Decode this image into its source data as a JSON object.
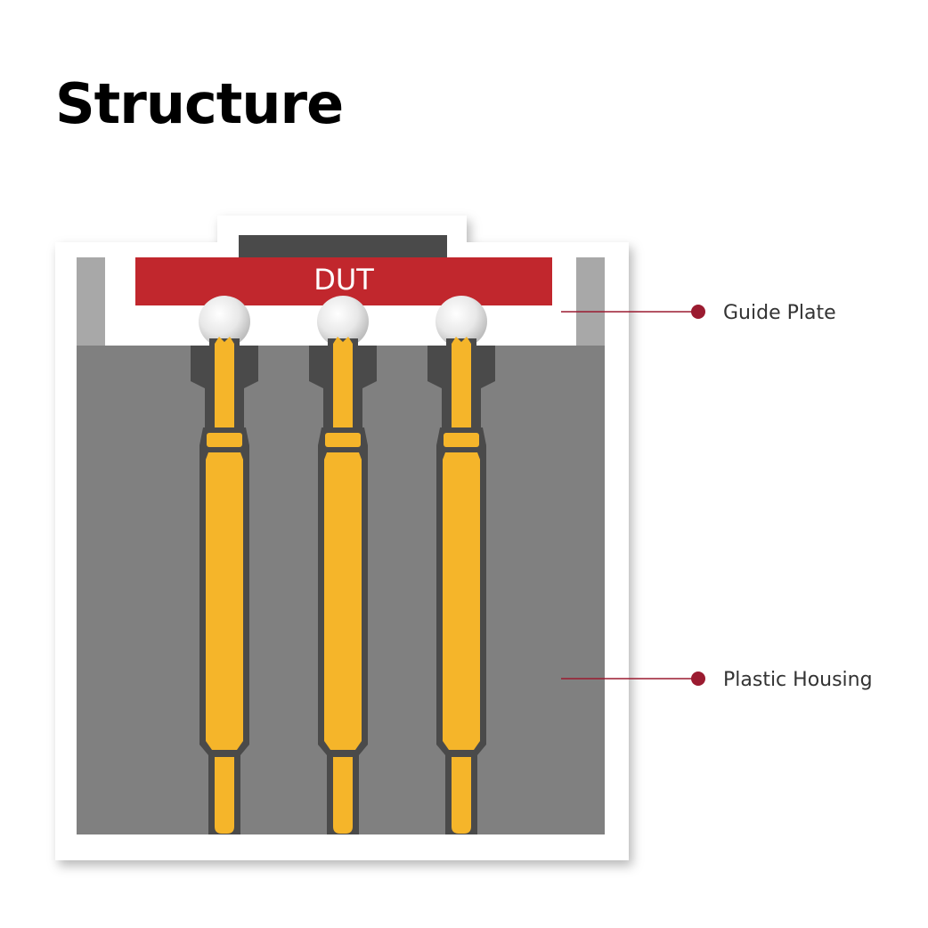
{
  "title": "Structure",
  "dut_label": "DUT",
  "callouts": {
    "guide_plate": "Guide Plate",
    "plastic_housing": "Plastic Housing"
  },
  "colors": {
    "housing": "#808080",
    "guide_plate_walls": "#a8a8a8",
    "dut": "#c1272d",
    "chip_top": "#4a4a4a",
    "pin": "#f5b52a",
    "pin_outline": "#4a4a4a",
    "solder_ball": "#e6e6e6",
    "callout_dot": "#9b1b30"
  },
  "pins": [
    {
      "name": "pin-1"
    },
    {
      "name": "pin-2"
    },
    {
      "name": "pin-3"
    }
  ]
}
